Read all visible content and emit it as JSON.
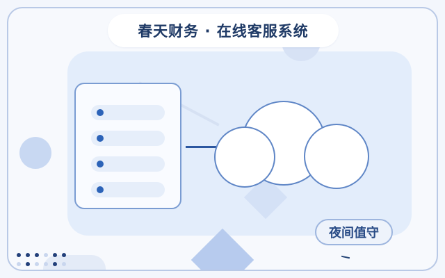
{
  "header": {
    "title": "春天财务 · 在线客服系统"
  },
  "badge": {
    "label": "夜间值守"
  },
  "list": {
    "rows": 4
  },
  "colors": {
    "accent": "#2c63b8",
    "title_text": "#1f3a66",
    "frame_border": "#b9c9e6",
    "panel_bg": "#e3edfb"
  },
  "icons": [
    "chat-list-icon",
    "cloud-icon"
  ]
}
